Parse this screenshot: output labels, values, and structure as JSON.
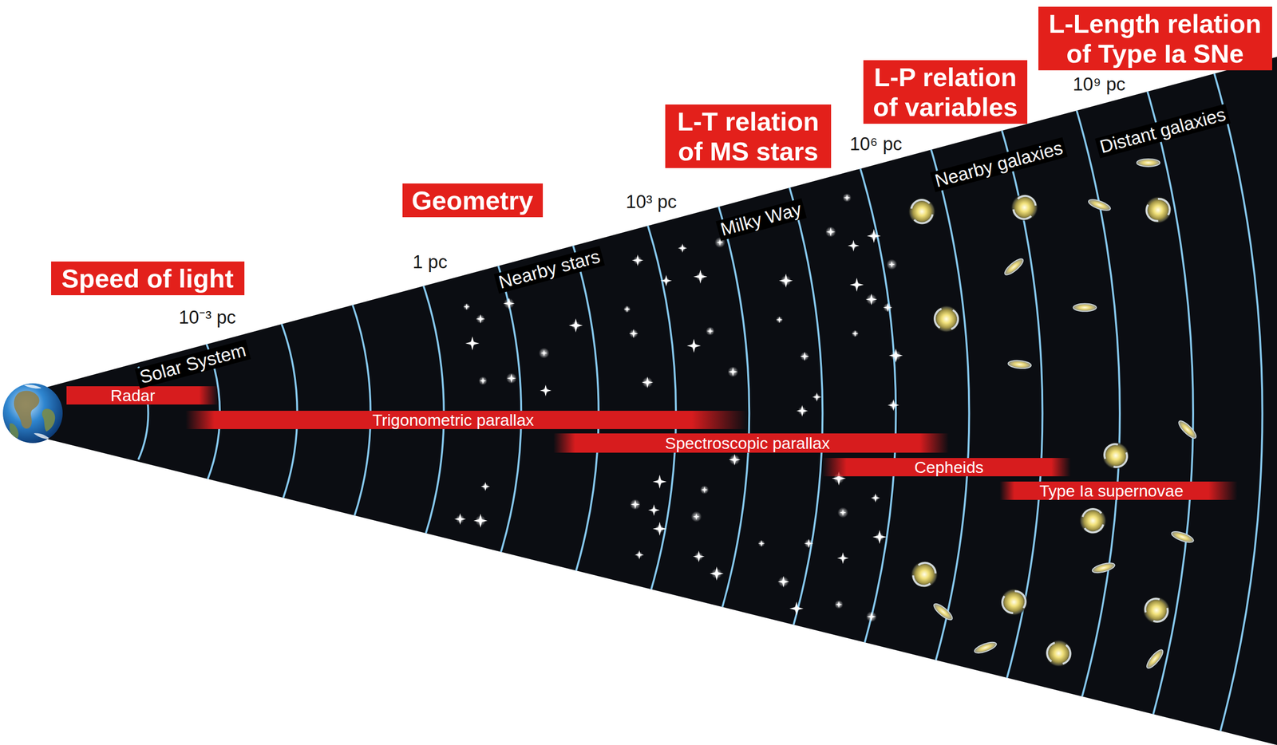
{
  "diagram": {
    "nodes": [
      {
        "text": [
          "Speed of light"
        ]
      },
      {
        "text": [
          "Radar"
        ]
      },
      {
        "text": [
          "Geometry"
        ]
      },
      {
        "text": [
          "Trigonometric parallax"
        ]
      },
      {
        "text": [
          "L-T relation of MS stars"
        ]
      },
      {
        "text": [
          "Spectroscopic parallax"
        ]
      },
      {
        "text": [
          "L-P relation of variables"
        ]
      },
      {
        "text": [
          "Cepheids"
        ]
      },
      {
        "text": [
          "L-Length relation of Type Ia SNe"
        ]
      },
      {
        "text": [
          "Type Ia supernovae"
        ]
      }
    ],
    "labels": [
      "10⁻³ pc",
      "Solar System",
      "1 pc",
      "Nearby stars",
      "10³ pc",
      "Milky Way",
      "10⁶ pc",
      "Nearby galaxies",
      "10⁹ pc",
      "Distant galaxies"
    ]
  }
}
